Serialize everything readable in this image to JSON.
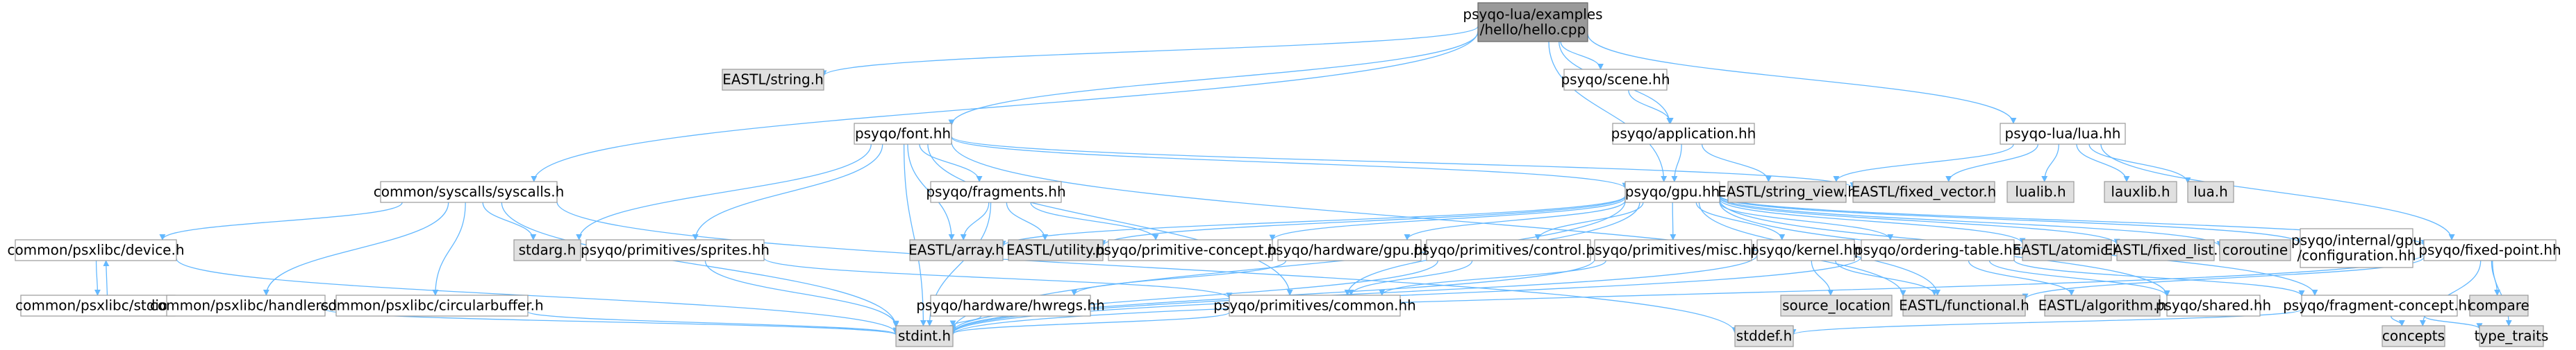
{
  "colors": {
    "edge": "#63b8ff",
    "root_fill": "#999999",
    "file_fill": "#ffffff",
    "external_fill": "#e0e0e0",
    "border": "#999999"
  },
  "nodes": {
    "root": {
      "lines": [
        "psyqo-lua/examples",
        "/hello/hello.cpp"
      ],
      "kind": "root"
    },
    "eastl_string": {
      "lines": [
        "EASTL/string.h"
      ],
      "kind": "ext"
    },
    "scene": {
      "lines": [
        "psyqo/scene.hh"
      ],
      "kind": "file"
    },
    "application": {
      "lines": [
        "psyqo/application.hh"
      ],
      "kind": "file"
    },
    "lua_hh": {
      "lines": [
        "psyqo-lua/lua.hh"
      ],
      "kind": "file"
    },
    "font": {
      "lines": [
        "psyqo/font.hh"
      ],
      "kind": "file"
    },
    "syscalls": {
      "lines": [
        "common/syscalls/syscalls.h"
      ],
      "kind": "file"
    },
    "fragments": {
      "lines": [
        "psyqo/fragments.hh"
      ],
      "kind": "file"
    },
    "gpu": {
      "lines": [
        "psyqo/gpu.hh"
      ],
      "kind": "file"
    },
    "string_view": {
      "lines": [
        "EASTL/string_view.h"
      ],
      "kind": "ext"
    },
    "fixed_vector": {
      "lines": [
        "EASTL/fixed_vector.h"
      ],
      "kind": "ext"
    },
    "lualib": {
      "lines": [
        "lualib.h"
      ],
      "kind": "ext"
    },
    "lauxlib": {
      "lines": [
        "lauxlib.h"
      ],
      "kind": "ext"
    },
    "lua_h": {
      "lines": [
        "lua.h"
      ],
      "kind": "ext"
    },
    "device": {
      "lines": [
        "common/psxlibc/device.h"
      ],
      "kind": "file"
    },
    "stdio": {
      "lines": [
        "common/psxlibc/stdio.h"
      ],
      "kind": "file"
    },
    "handlers": {
      "lines": [
        "common/psxlibc/handlers.h"
      ],
      "kind": "file"
    },
    "circularbuffer": {
      "lines": [
        "common/psxlibc/circularbuffer.h"
      ],
      "kind": "file"
    },
    "stdarg": {
      "lines": [
        "stdarg.h"
      ],
      "kind": "ext"
    },
    "sprites": {
      "lines": [
        "psyqo/primitives/sprites.hh"
      ],
      "kind": "file"
    },
    "eastl_array": {
      "lines": [
        "EASTL/array.h"
      ],
      "kind": "ext"
    },
    "eastl_utility": {
      "lines": [
        "EASTL/utility.h"
      ],
      "kind": "ext"
    },
    "primitive_concept": {
      "lines": [
        "psyqo/primitive-concept.hh"
      ],
      "kind": "file"
    },
    "hardware_gpu": {
      "lines": [
        "psyqo/hardware/gpu.hh"
      ],
      "kind": "file"
    },
    "control": {
      "lines": [
        "psyqo/primitives/control.hh"
      ],
      "kind": "file"
    },
    "misc": {
      "lines": [
        "psyqo/primitives/misc.hh"
      ],
      "kind": "file"
    },
    "kernel": {
      "lines": [
        "psyqo/kernel.hh"
      ],
      "kind": "file"
    },
    "ordering_table": {
      "lines": [
        "psyqo/ordering-table.hh"
      ],
      "kind": "file"
    },
    "eastl_atomic": {
      "lines": [
        "EASTL/atomic.h"
      ],
      "kind": "ext"
    },
    "fixed_list": {
      "lines": [
        "EASTL/fixed_list.h"
      ],
      "kind": "ext"
    },
    "coroutine": {
      "lines": [
        "coroutine"
      ],
      "kind": "ext"
    },
    "internal_gpu_config": {
      "lines": [
        "psyqo/internal/gpu",
        "/configuration.hh"
      ],
      "kind": "file"
    },
    "fixed_point": {
      "lines": [
        "psyqo/fixed-point.hh"
      ],
      "kind": "file"
    },
    "hwregs": {
      "lines": [
        "psyqo/hardware/hwregs.hh"
      ],
      "kind": "file"
    },
    "common_hh": {
      "lines": [
        "psyqo/primitives/common.hh"
      ],
      "kind": "file"
    },
    "source_location": {
      "lines": [
        "source_location"
      ],
      "kind": "ext"
    },
    "eastl_functional": {
      "lines": [
        "EASTL/functional.h"
      ],
      "kind": "ext"
    },
    "eastl_algorithm": {
      "lines": [
        "EASTL/algorithm.h"
      ],
      "kind": "ext"
    },
    "shared": {
      "lines": [
        "psyqo/shared.hh"
      ],
      "kind": "file"
    },
    "fragment_concept": {
      "lines": [
        "psyqo/fragment-concept.hh"
      ],
      "kind": "file"
    },
    "compare": {
      "lines": [
        "compare"
      ],
      "kind": "ext"
    },
    "stdint": {
      "lines": [
        "stdint.h"
      ],
      "kind": "ext"
    },
    "stddef": {
      "lines": [
        "stddef.h"
      ],
      "kind": "ext"
    },
    "concepts": {
      "lines": [
        "concepts"
      ],
      "kind": "ext"
    },
    "type_traits": {
      "lines": [
        "type_traits"
      ],
      "kind": "ext"
    }
  },
  "edges": [
    [
      "root",
      "eastl_string"
    ],
    [
      "root",
      "scene"
    ],
    [
      "root",
      "application"
    ],
    [
      "root",
      "lua_hh"
    ],
    [
      "root",
      "font"
    ],
    [
      "root",
      "syscalls"
    ],
    [
      "root",
      "gpu"
    ],
    [
      "scene",
      "application"
    ],
    [
      "application",
      "gpu"
    ],
    [
      "application",
      "string_view"
    ],
    [
      "lua_hh",
      "string_view"
    ],
    [
      "lua_hh",
      "fixed_vector"
    ],
    [
      "lua_hh",
      "lualib"
    ],
    [
      "lua_hh",
      "lauxlib"
    ],
    [
      "lua_hh",
      "lua_h"
    ],
    [
      "lua_hh",
      "fixed_point"
    ],
    [
      "font",
      "fragments"
    ],
    [
      "font",
      "gpu"
    ],
    [
      "font",
      "fixed_vector"
    ],
    [
      "font",
      "stdarg"
    ],
    [
      "font",
      "sprites"
    ],
    [
      "font",
      "eastl_array"
    ],
    [
      "font",
      "common_hh"
    ],
    [
      "font",
      "stdint"
    ],
    [
      "font",
      "eastl_functional"
    ],
    [
      "syscalls",
      "device"
    ],
    [
      "syscalls",
      "handlers"
    ],
    [
      "syscalls",
      "circularbuffer"
    ],
    [
      "syscalls",
      "stdarg"
    ],
    [
      "syscalls",
      "stdint"
    ],
    [
      "syscalls",
      "stddef"
    ],
    [
      "fragments",
      "eastl_array"
    ],
    [
      "fragments",
      "eastl_utility"
    ],
    [
      "fragments",
      "primitive_concept"
    ],
    [
      "fragments",
      "stdint"
    ],
    [
      "gpu",
      "eastl_array"
    ],
    [
      "gpu",
      "eastl_utility"
    ],
    [
      "gpu",
      "primitive_concept"
    ],
    [
      "gpu",
      "hardware_gpu"
    ],
    [
      "gpu",
      "control"
    ],
    [
      "gpu",
      "misc"
    ],
    [
      "gpu",
      "kernel"
    ],
    [
      "gpu",
      "ordering_table"
    ],
    [
      "gpu",
      "eastl_atomic"
    ],
    [
      "gpu",
      "fixed_list"
    ],
    [
      "gpu",
      "coroutine"
    ],
    [
      "gpu",
      "internal_gpu_config"
    ],
    [
      "gpu",
      "fixed_point"
    ],
    [
      "gpu",
      "common_hh"
    ],
    [
      "gpu",
      "eastl_functional"
    ],
    [
      "gpu",
      "stdint"
    ],
    [
      "gpu",
      "shared"
    ],
    [
      "gpu",
      "fragment_concept"
    ],
    [
      "device",
      "stdio"
    ],
    [
      "device",
      "stdint"
    ],
    [
      "stdio",
      "device"
    ],
    [
      "handlers",
      "stdint"
    ],
    [
      "circularbuffer",
      "stdint"
    ],
    [
      "sprites",
      "common_hh"
    ],
    [
      "sprites",
      "stdint"
    ],
    [
      "hardware_gpu",
      "hwregs"
    ],
    [
      "hwregs",
      "stdint"
    ],
    [
      "control",
      "common_hh"
    ],
    [
      "control",
      "stdint"
    ],
    [
      "misc",
      "common_hh"
    ],
    [
      "misc",
      "stdint"
    ],
    [
      "kernel",
      "source_location"
    ],
    [
      "kernel",
      "eastl_functional"
    ],
    [
      "kernel",
      "stdint"
    ],
    [
      "ordering_table",
      "eastl_algorithm"
    ],
    [
      "ordering_table",
      "shared"
    ],
    [
      "ordering_table",
      "fragment_concept"
    ],
    [
      "ordering_table",
      "stdint"
    ],
    [
      "fixed_point",
      "compare"
    ],
    [
      "fixed_point",
      "concepts"
    ],
    [
      "fixed_point",
      "type_traits"
    ],
    [
      "fixed_point",
      "eastl_functional"
    ],
    [
      "fixed_point",
      "stdint"
    ],
    [
      "fragment_concept",
      "concepts"
    ],
    [
      "fragment_concept",
      "type_traits"
    ],
    [
      "fragment_concept",
      "stddef"
    ],
    [
      "common_hh",
      "stdint"
    ]
  ]
}
